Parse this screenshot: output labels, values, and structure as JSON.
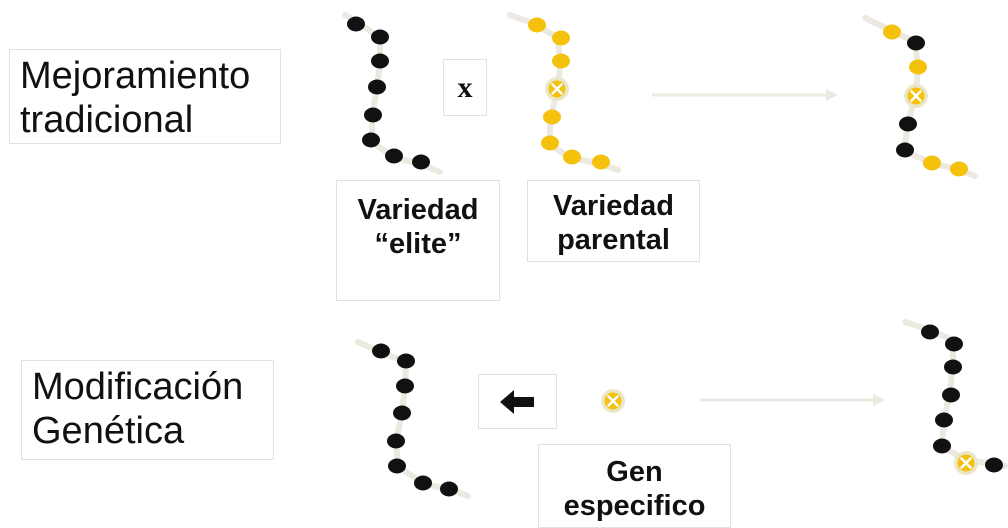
{
  "top_row": {
    "label_line1": "Mejoramiento",
    "label_line2": "tradicional",
    "cross_symbol": "x",
    "elite_line1": "Variedad",
    "elite_line2": "“elite”",
    "parental_line1": "Variedad",
    "parental_line2": "parental"
  },
  "bottom_row": {
    "label_line1": "Modificación",
    "label_line2": "Genética",
    "gene_line1": "Gen",
    "gene_line2": "especifico"
  },
  "colors": {
    "elite_bead": "#111111",
    "parental_bead": "#f4c20d",
    "strand": "#ece9e0",
    "gene_marker_ring": "#ece6c8",
    "arrow_line": "#ece9e0",
    "box_border": "#e4e1d8"
  },
  "icons": {
    "cross": "x-symbol",
    "insert_arrow": "left-arrow-icon",
    "gene_marker": "circled-x-icon"
  }
}
